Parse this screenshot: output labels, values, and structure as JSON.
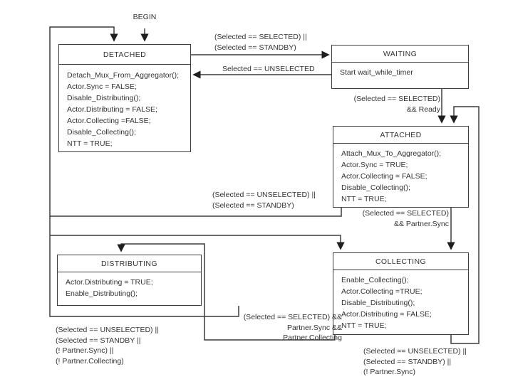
{
  "begin": {
    "label": "BEGIN"
  },
  "states": {
    "detached": {
      "title": "DETACHED",
      "actions": [
        "Detach_Mux_From_Aggregator();",
        "Actor.Sync = FALSE;",
        "Disable_Distributing();",
        "Actor.Distributing = FALSE;",
        "Actor.Collecting =FALSE;",
        "Disable_Collecting();",
        "NTT = TRUE;"
      ]
    },
    "waiting": {
      "title": "WAITING",
      "actions": [
        "Start wait_while_timer"
      ]
    },
    "attached": {
      "title": "ATTACHED",
      "actions": [
        "Attach_Mux_To_Aggregator();",
        "Actor.Sync = TRUE;",
        "Actor.Collecting = FALSE;",
        "Disable_Collecting();",
        "NTT = TRUE;"
      ]
    },
    "distributing": {
      "title": "DISTRIBUTING",
      "actions": [
        "Actor.Distributing = TRUE;",
        "Enable_Distributing();"
      ]
    },
    "collecting": {
      "title": "COLLECTING",
      "actions": [
        "Enable_Collecting();",
        "Actor.Collecting =TRUE;",
        "Disable_Distributing();",
        "Actor.Distributing = FALSE;",
        "NTT = TRUE;"
      ]
    }
  },
  "transitions": {
    "detached_to_waiting": {
      "lines": [
        "(Selected == SELECTED) ||",
        "(Selected == STANDBY)"
      ]
    },
    "waiting_to_detached": {
      "lines": [
        "Selected == UNSELECTED"
      ]
    },
    "waiting_to_attached": {
      "lines": [
        "(Selected == SELECTED)",
        "&& Ready"
      ]
    },
    "attached_to_detached": {
      "lines": [
        "(Selected == UNSELECTED) ||",
        "(Selected == STANDBY)"
      ]
    },
    "attached_to_collecting": {
      "lines": [
        "(Selected == SELECTED)",
        "&& Partner.Sync"
      ]
    },
    "collecting_to_distributing": {
      "lines": [
        "(Selected == SELECTED) &&",
        "Partner.Sync &&",
        "Partner.Collecting"
      ]
    },
    "distributing_to_collecting": {
      "lines": [
        "(Selected == UNSELECTED) ||",
        "(Selected == STANDBY ||",
        "(! Partner.Sync) ||",
        "(! Partner.Collecting)"
      ]
    },
    "collecting_to_attached": {
      "lines": [
        "(Selected == UNSELECTED) ||",
        "(Selected == STANDBY) ||",
        "(! Partner.Sync)"
      ]
    }
  },
  "colors": {
    "line": "#3c3c3c",
    "text": "#333333",
    "background": "#ffffff"
  }
}
